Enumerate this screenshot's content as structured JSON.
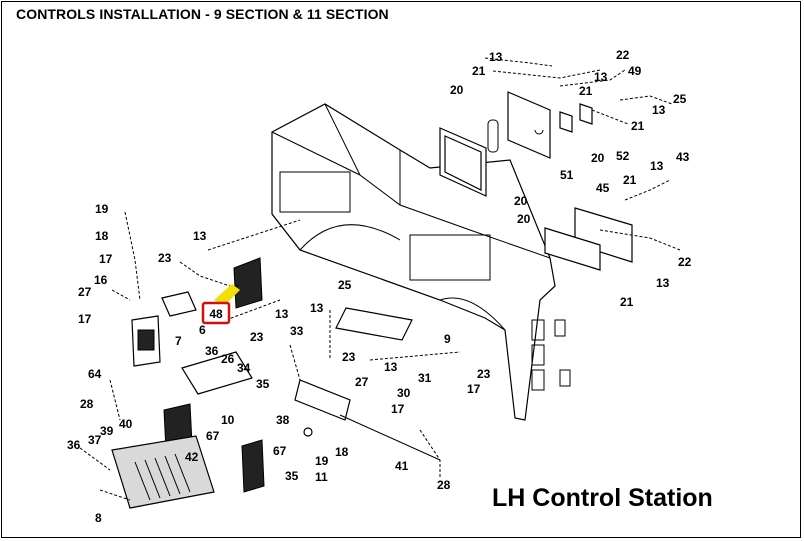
{
  "title": "CONTROLS INSTALLATION - 9 SECTION & 11 SECTION",
  "footer": "LH Control Station",
  "highlight": {
    "label": "48",
    "border_color": "#d01010",
    "fill_color": "#f4e000"
  },
  "callouts": [
    "13",
    "22",
    "21",
    "49",
    "13",
    "21",
    "25",
    "13",
    "20",
    "21",
    "20",
    "52",
    "51",
    "20",
    "13",
    "43",
    "21",
    "45",
    "20",
    "22",
    "13",
    "21",
    "19",
    "18",
    "23",
    "13",
    "17",
    "16",
    "27",
    "17",
    "6",
    "13",
    "23",
    "7",
    "25",
    "13",
    "33",
    "9",
    "36",
    "26",
    "34",
    "35",
    "23",
    "30",
    "31",
    "13",
    "23",
    "27",
    "17",
    "64",
    "28",
    "40",
    "10",
    "17",
    "67",
    "39",
    "38",
    "67",
    "19",
    "18",
    "36",
    "37",
    "42",
    "11",
    "41",
    "35",
    "28",
    "8"
  ]
}
